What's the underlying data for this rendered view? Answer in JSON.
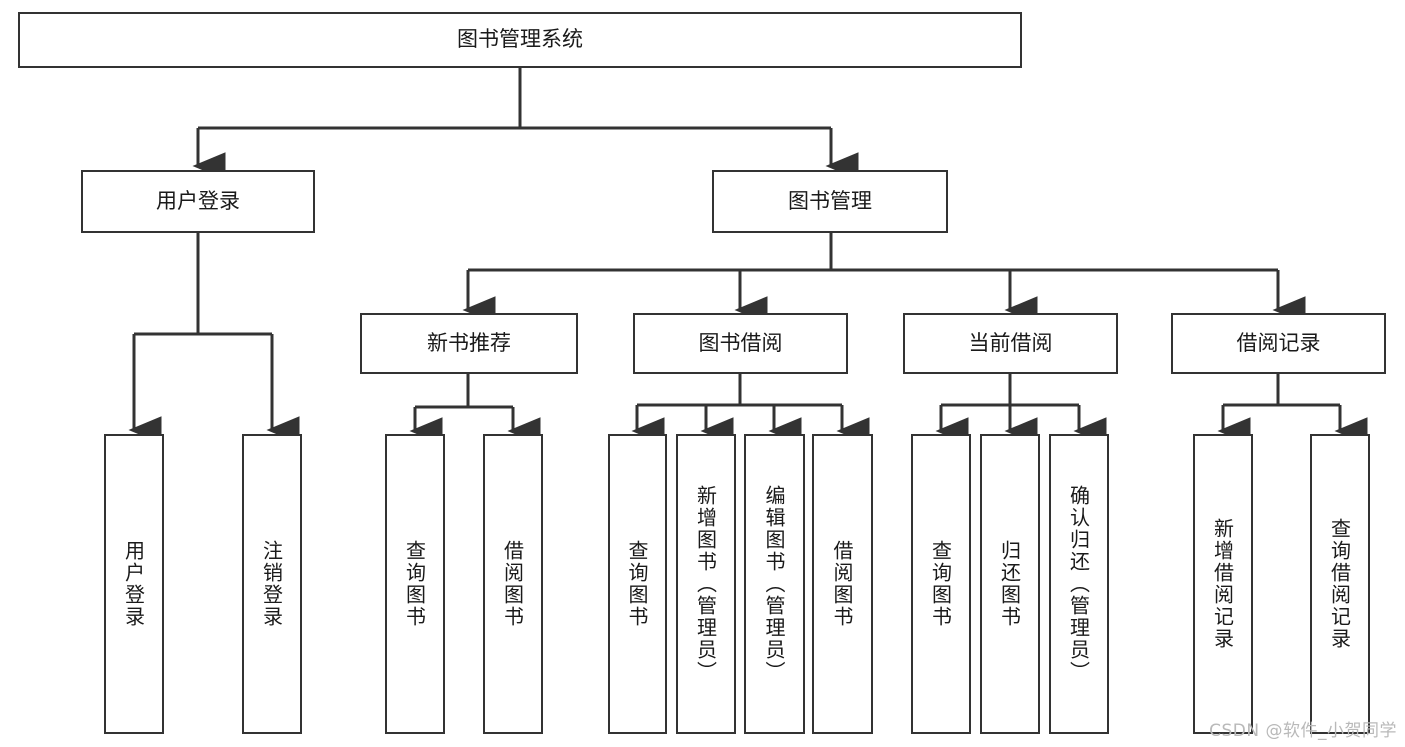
{
  "diagram": {
    "type": "tree-hierarchy",
    "title": "图书管理系统",
    "root": {
      "id": "root",
      "label": "图书管理系统"
    },
    "level2": [
      {
        "id": "user-login",
        "label": "用户登录"
      },
      {
        "id": "book-manage",
        "label": "图书管理"
      }
    ],
    "level3": [
      {
        "id": "new-book-rec",
        "label": "新书推荐",
        "parent": "book-manage"
      },
      {
        "id": "book-borrow",
        "label": "图书借阅",
        "parent": "book-manage"
      },
      {
        "id": "current-borrow",
        "label": "当前借阅",
        "parent": "book-manage"
      },
      {
        "id": "borrow-record",
        "label": "借阅记录",
        "parent": "book-manage"
      }
    ],
    "leaves": [
      {
        "id": "leaf-user-login",
        "label": "用户登录",
        "parent": "user-login"
      },
      {
        "id": "leaf-logout",
        "label": "注销登录",
        "parent": "user-login"
      },
      {
        "id": "leaf-query-book-1",
        "label": "查询图书",
        "parent": "new-book-rec"
      },
      {
        "id": "leaf-borrow-book-1",
        "label": "借阅图书",
        "parent": "new-book-rec"
      },
      {
        "id": "leaf-query-book-2",
        "label": "查询图书",
        "parent": "book-borrow"
      },
      {
        "id": "leaf-add-book",
        "label": "新增图书（管理员）",
        "parent": "book-borrow"
      },
      {
        "id": "leaf-edit-book",
        "label": "编辑图书（管理员）",
        "parent": "book-borrow"
      },
      {
        "id": "leaf-borrow-book-2",
        "label": "借阅图书",
        "parent": "book-borrow"
      },
      {
        "id": "leaf-query-book-3",
        "label": "查询图书",
        "parent": "current-borrow"
      },
      {
        "id": "leaf-return-book",
        "label": "归还图书",
        "parent": "current-borrow"
      },
      {
        "id": "leaf-confirm-return",
        "label": "确认归还（管理员）",
        "parent": "current-borrow"
      },
      {
        "id": "leaf-add-record",
        "label": "新增借阅记录",
        "parent": "borrow-record"
      },
      {
        "id": "leaf-query-record",
        "label": "查询借阅记录",
        "parent": "borrow-record"
      }
    ],
    "colors": {
      "stroke": "#333333",
      "box_fill": "#ffffff",
      "text": "#1a1a1a",
      "watermark": "#b9b9b9"
    }
  },
  "watermark": {
    "text": "CSDN @软件_小贺同学"
  }
}
